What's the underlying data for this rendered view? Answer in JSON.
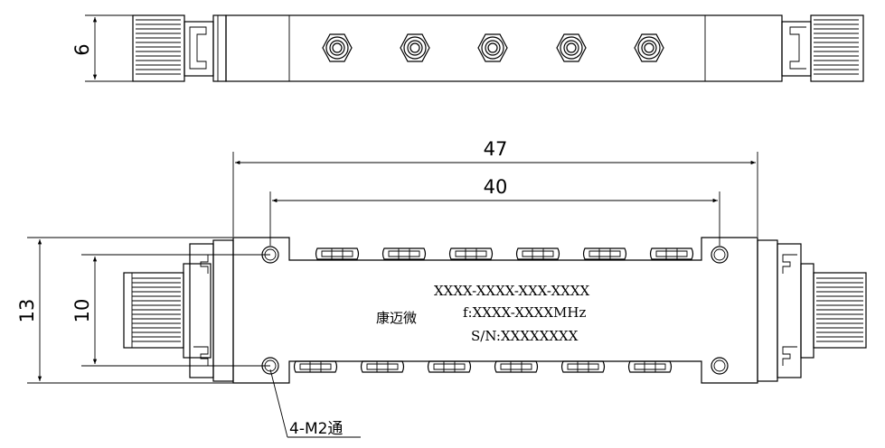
{
  "dimensions": {
    "top_height": "6",
    "overall_length": "47",
    "hole_spacing": "40",
    "overall_height": "13",
    "hole_vertical": "10"
  },
  "label": {
    "brand": "康迈微",
    "part_number": "XXXX-XXXX-XXX-XXXX",
    "frequency": "f:XXXX-XXXXMHz",
    "serial": "S/N:XXXXXXXX"
  },
  "hole_callout": "4-M2通",
  "tuning_screws_top_view": 5,
  "tuning_nuts_per_row": 6
}
